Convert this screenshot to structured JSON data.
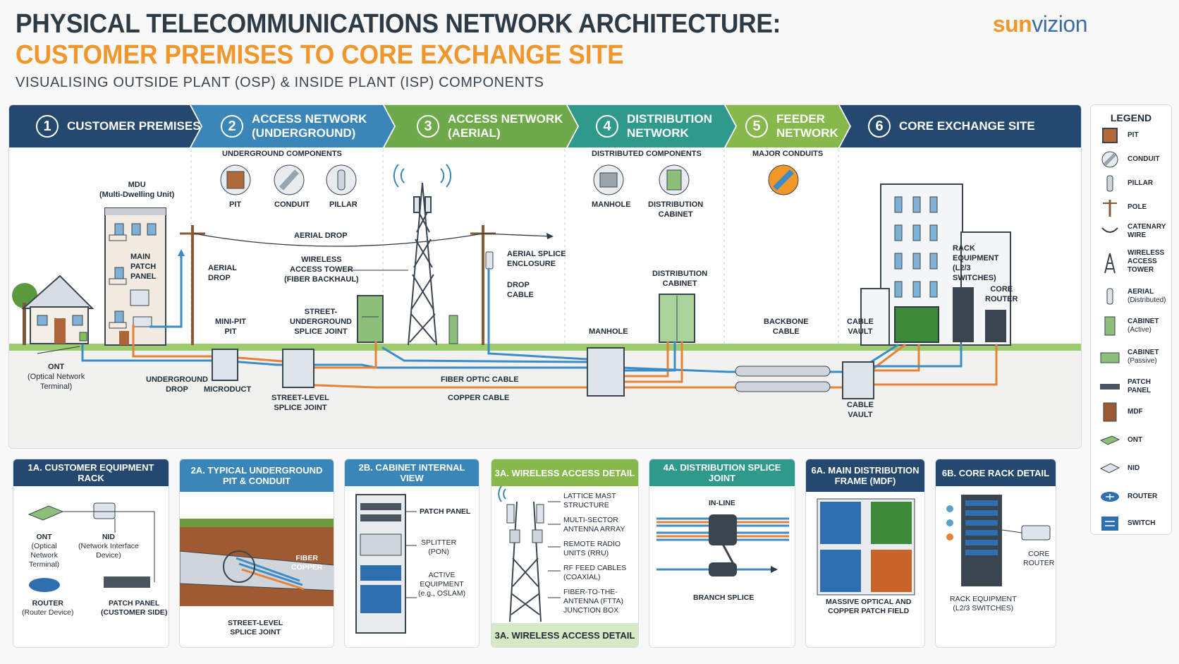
{
  "header": {
    "title_line1": "PHYSICAL TELECOMMUNICATIONS NETWORK ARCHITECTURE:",
    "title_line2": "CUSTOMER PREMISES TO CORE EXCHANGE SITE",
    "subtitle": "VISUALISING OUTSIDE PLANT (OSP) & INSIDE PLANT (ISP) COMPONENTS",
    "logo_part1": "sun",
    "logo_part2": "vizion"
  },
  "colors": {
    "navy": "#25496e",
    "blue": "#3a86b8",
    "green": "#6ea94a",
    "teal": "#2f9a8c",
    "lime": "#86b84c",
    "orange": "#f0962a",
    "fiber": "#3c8cc8",
    "copper": "#e58238"
  },
  "steps": [
    {
      "num": "1",
      "line1": "CUSTOMER PREMISES",
      "line2": ""
    },
    {
      "num": "2",
      "line1": "ACCESS NETWORK",
      "line2": "(UNDERGROUND)"
    },
    {
      "num": "3",
      "line1": "ACCESS NETWORK",
      "line2": "(AERIAL)"
    },
    {
      "num": "4",
      "line1": "DISTRIBUTION",
      "line2": "NETWORK"
    },
    {
      "num": "5",
      "line1": "FEEDER",
      "line2": "NETWORK"
    },
    {
      "num": "6",
      "line1": "CORE EXCHANGE SITE",
      "line2": ""
    }
  ],
  "diagram": {
    "underground_components": "UNDERGROUND COMPONENTS",
    "pit": "PIT",
    "conduit": "CONDUIT",
    "pillar": "PILLAR",
    "distributed_components": "DISTRIBUTED COMPONENTS",
    "manhole_icon": "MANHOLE",
    "distribution_cabinet_icon_1": "DISTRIBUTION",
    "distribution_cabinet_icon_2": "CABINET",
    "major_conduits": "MAJOR CONDUITS",
    "mdu_1": "MDU",
    "mdu_2": "(Multi-Dwelling Unit)",
    "main_patch_panel_1": "MAIN",
    "main_patch_panel_2": "PATCH",
    "main_patch_panel_3": "PANEL",
    "aerial_drop_v1": "AERIAL",
    "aerial_drop_v2": "DROP",
    "aerial_drop_wire": "AERIAL DROP",
    "wireless_tower_1": "WIRELESS",
    "wireless_tower_2": "ACCESS TOWER",
    "wireless_tower_3": "(FIBER BACKHAUL)",
    "aerial_splice_1": "AERIAL SPLICE",
    "aerial_splice_2": "ENCLOSURE",
    "drop_cable_1": "DROP",
    "drop_cable_2": "CABLE",
    "mini_pit_1": "MINI-PIT",
    "mini_pit_2": "PIT",
    "street_ug_splice_1": "STREET-",
    "street_ug_splice_2": "UNDERGROUND",
    "street_ug_splice_3": "SPLICE JOINT",
    "ont_1": "ONT",
    "ont_2": "(Optical Network",
    "ont_3": "Terminal)",
    "underground_drop_1": "UNDERGROUND",
    "underground_drop_2": "DROP",
    "microduct": "MICRODUCT",
    "street_level_splice_1": "STREET-LEVEL",
    "street_level_splice_2": "SPLICE JOINT",
    "fiber_optic_cable": "FIBER OPTIC CABLE",
    "copper_cable": "COPPER CABLE",
    "manhole": "MANHOLE",
    "distribution_cabinet_1": "DISTRIBUTION",
    "distribution_cabinet_2": "CABINET",
    "backbone_cable_1": "BACKBONE",
    "backbone_cable_2": "CABLE",
    "cable_vault_top_1": "CABLE",
    "cable_vault_top_2": "VAULT",
    "cable_vault_bot_1": "CABLE",
    "cable_vault_bot_2": "VAULT",
    "rack_equipment_1": "RACK",
    "rack_equipment_2": "EQUIPMENT",
    "rack_equipment_3": "(L2/3",
    "rack_equipment_4": "SWITCHES)",
    "core_router_1": "CORE",
    "core_router_2": "ROUTER"
  },
  "legend": {
    "title": "LEGEND",
    "items": [
      {
        "icon": "pit-icon",
        "line1": "PIT",
        "line2": ""
      },
      {
        "icon": "conduit-icon",
        "line1": "CONDUIT",
        "line2": ""
      },
      {
        "icon": "pillar-icon",
        "line1": "PILLAR",
        "line2": ""
      },
      {
        "icon": "pole-icon",
        "line1": "POLE",
        "line2": ""
      },
      {
        "icon": "catenary-wire-icon",
        "line1": "CATENARY",
        "line2": "WIRE"
      },
      {
        "icon": "wireless-tower-icon",
        "line1": "WIRELESS",
        "line2": "ACCESS",
        "line3": "TOWER"
      },
      {
        "icon": "aerial-icon",
        "line1": "AERIAL",
        "line2": "(Distributed)"
      },
      {
        "icon": "cabinet-active-icon",
        "line1": "CABINET",
        "line2": "(Active)"
      },
      {
        "icon": "cabinet-passive-icon",
        "line1": "CABINET",
        "line2": "(Passive)"
      },
      {
        "icon": "patch-panel-icon",
        "line1": "PATCH",
        "line2": "PANEL"
      },
      {
        "icon": "mdf-icon",
        "line1": "MDF",
        "line2": ""
      },
      {
        "icon": "ont-icon",
        "line1": "ONT",
        "line2": ""
      },
      {
        "icon": "nid-icon",
        "line1": "NID",
        "line2": ""
      },
      {
        "icon": "router-icon",
        "line1": "ROUTER",
        "line2": ""
      },
      {
        "icon": "switch-icon",
        "line1": "SWITCH",
        "line2": ""
      }
    ]
  },
  "panels": {
    "p1a": {
      "title": "1A. CUSTOMER EQUIPMENT RACK",
      "ont_1": "ONT",
      "ont_2": "(Optical",
      "ont_3": "Network",
      "ont_4": "Terminal)",
      "nid_1": "NID",
      "nid_2": "(Network Interface",
      "nid_3": "Device)",
      "router_1": "ROUTER",
      "router_2": "(Router Device)",
      "patch_1": "PATCH PANEL",
      "patch_2": "(CUSTOMER SIDE)"
    },
    "p2a": {
      "title_1": "2A. TYPICAL UNDERGROUND",
      "title_2": "PIT & CONDUIT",
      "fiber": "FIBER",
      "copper": "COPPER",
      "splice_1": "STREET-LEVEL",
      "splice_2": "SPLICE JOINT"
    },
    "p2b": {
      "title": "2B. CABINET INTERNAL VIEW",
      "patch": "PATCH PANEL",
      "splitter_1": "SPLITTER",
      "splitter_2": "(PON)",
      "active_1": "ACTIVE",
      "active_2": "EQUIPMENT",
      "active_3": "(e.g., OSLAM)"
    },
    "p3a": {
      "title": "3A. WIRELESS ACCESS DETAIL",
      "footer": "3A. WIRELESS ACCESS DETAIL",
      "l1a": "LATTICE MAST",
      "l1b": "STRUCTURE",
      "l2a": "MULTI-SECTOR",
      "l2b": "ANTENNA ARRAY",
      "l3a": "REMOTE RADIO",
      "l3b": "UNITS (RRU)",
      "l4a": "RF FEED CABLES",
      "l4b": "(COAXIAL)",
      "l5a": "FIBER-TO-THE-",
      "l5b": "ANTENNA (FTTA)",
      "l5c": "JUNCTION BOX"
    },
    "p4a": {
      "title": "4A. DISTRIBUTION SPLICE JOINT",
      "inline": "IN-LINE",
      "branch": "BRANCH SPLICE"
    },
    "p6a": {
      "title_1": "6A. MAIN DISTRIBUTION",
      "title_2": "FRAME (MDF)",
      "cap_1": "MASSIVE OPTICAL AND",
      "cap_2": "COPPER PATCH FIELD"
    },
    "p6b": {
      "title": "6B. CORE RACK DETAIL",
      "core_1": "CORE",
      "core_2": "ROUTER",
      "rack_1": "RACK EQUIPMENT",
      "rack_2": "(L2/3 SWITCHES)"
    }
  }
}
